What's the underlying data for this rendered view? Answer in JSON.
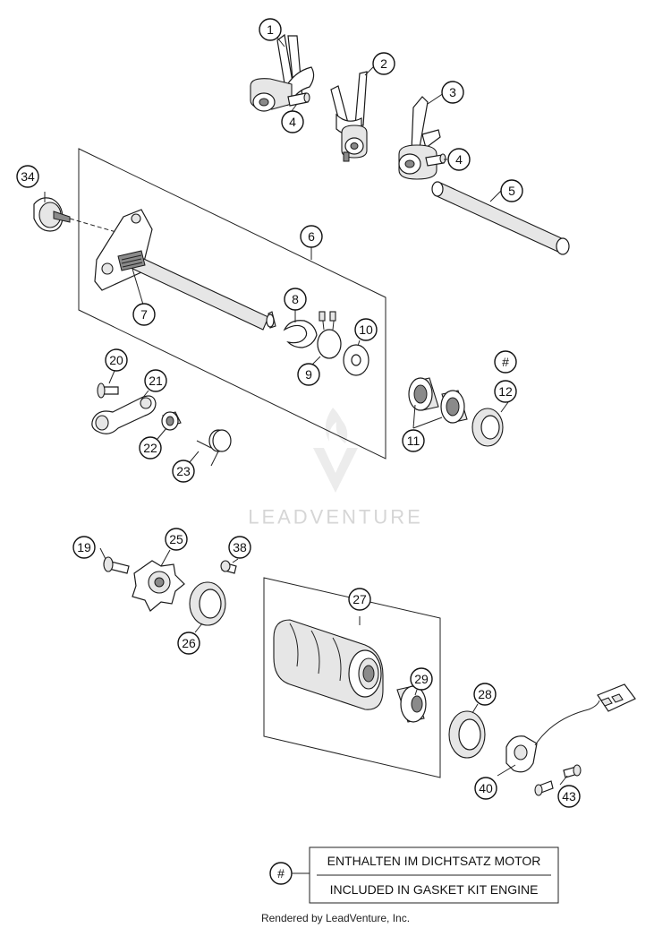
{
  "watermark": {
    "text": "LEADVENTURE"
  },
  "callouts": {
    "c1": "1",
    "c2": "2",
    "c3": "3",
    "c4a": "4",
    "c4b": "4",
    "c5": "5",
    "c6": "6",
    "c7": "7",
    "c8": "8",
    "c9": "9",
    "c10": "10",
    "c11": "11",
    "c12": "12",
    "c12hash": "#",
    "c19": "19",
    "c20": "20",
    "c21": "21",
    "c22": "22",
    "c23": "23",
    "c25": "25",
    "c26": "26",
    "c27": "27",
    "c28": "28",
    "c29": "29",
    "c34": "34",
    "c38": "38",
    "c40": "40",
    "c43": "43"
  },
  "legend": {
    "symbol": "#",
    "line1": "ENTHALTEN IM DICHTSATZ MOTOR",
    "line2": "INCLUDED IN GASKET KIT ENGINE"
  },
  "footer": {
    "text": "Rendered by LeadVenture, Inc."
  }
}
